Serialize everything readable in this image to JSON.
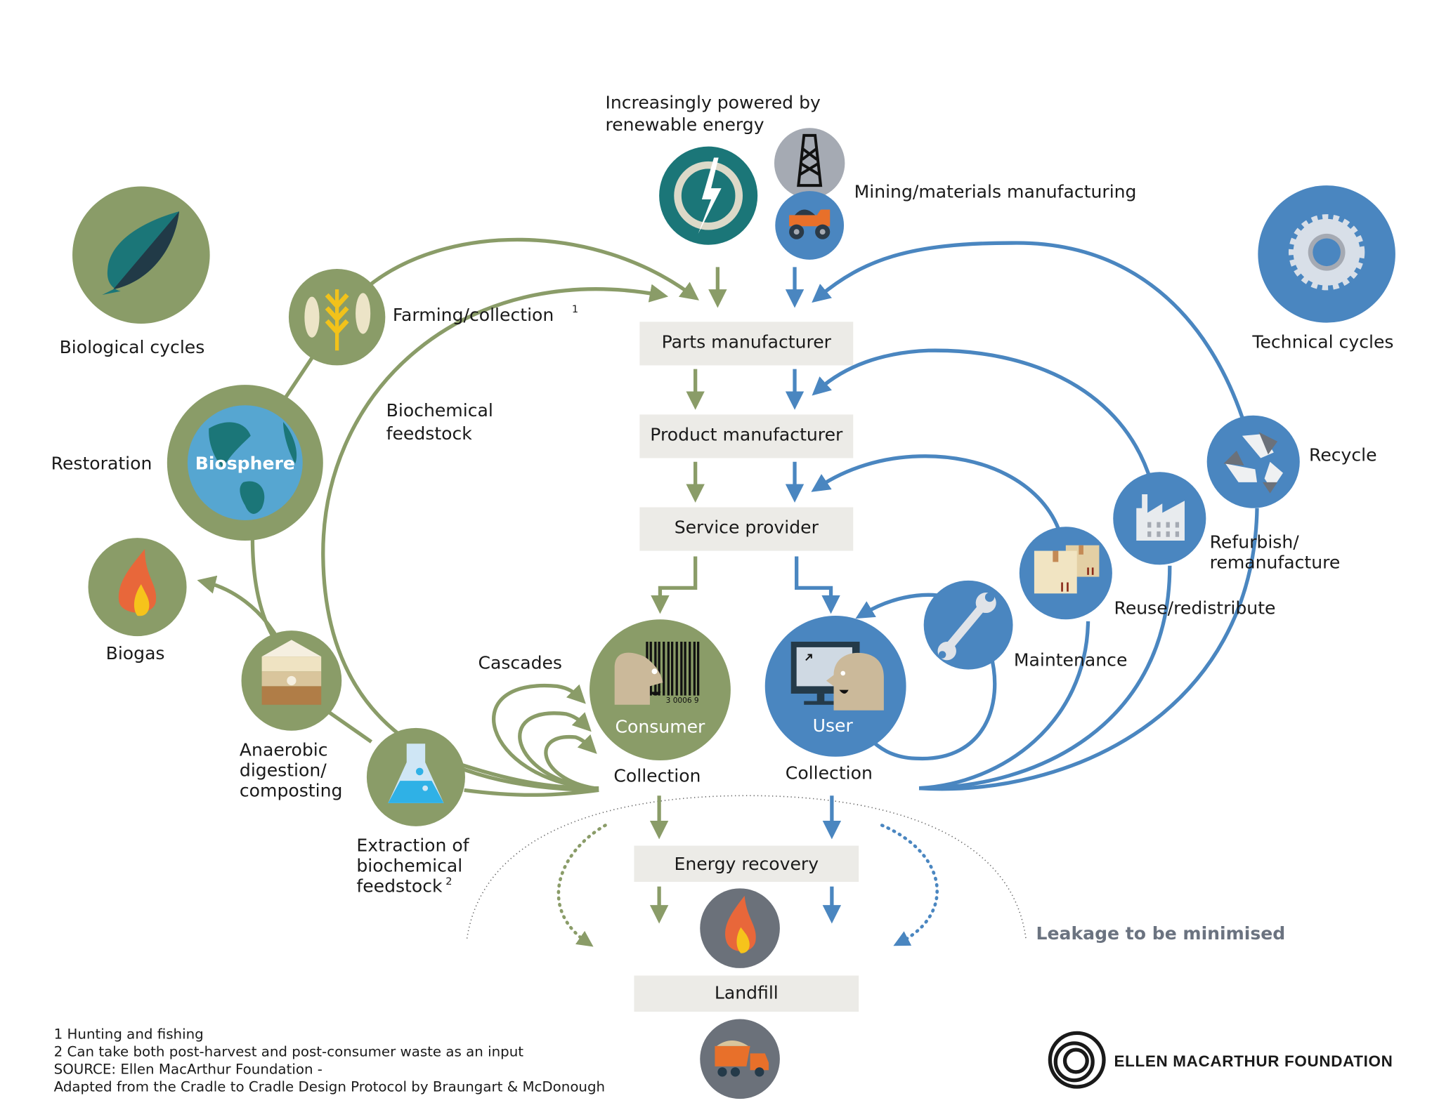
{
  "colors": {
    "biological_green": "#8a9c68",
    "technical_blue": "#4a86c0",
    "box_gray": "#ecebe7",
    "teal": "#1b7678",
    "dark_gray_circle": "#6b717a",
    "leakage_text": "#6b7380"
  },
  "top": {
    "renewable_label_line1": "Increasingly powered by",
    "renewable_label_line2": "renewable energy",
    "renewable_icon": "renewable-energy-icon",
    "mining_label": "Mining/materials manufacturing",
    "mining_icons": [
      "oil-rig-icon",
      "mining-truck-icon"
    ]
  },
  "legend": {
    "biological": {
      "label": "Biological cycles",
      "icon": "leaf-icon"
    },
    "technical": {
      "label": "Technical cycles",
      "icon": "gear-icon"
    }
  },
  "chain": {
    "boxes": [
      "Parts manufacturer",
      "Product manufacturer",
      "Service provider"
    ],
    "energy_recovery": "Energy recovery",
    "landfill": "Landfill"
  },
  "biological": {
    "farming": {
      "label": "Farming/collection",
      "sup": "1"
    },
    "biochemical_feedstock_line1": "Biochemical",
    "biochemical_feedstock_line2": "feedstock",
    "restoration": "Restoration",
    "biosphere": "Biosphere",
    "biogas": "Biogas",
    "anaerobic_line1": "Anaerobic",
    "anaerobic_line2": "digestion/",
    "anaerobic_line3": "composting",
    "extraction_line1": "Extraction of",
    "extraction_line2": "biochemical",
    "extraction_line3": "feedstock",
    "extraction_sup": "2",
    "cascades": "Cascades",
    "consumer": "Consumer",
    "consumer_barcode": "3 0006 9",
    "collection": "Collection"
  },
  "technical": {
    "recycle": "Recycle",
    "refurbish_line1": "Refurbish/",
    "refurbish_line2": "remanufacture",
    "reuse": "Reuse/redistribute",
    "maintenance": "Maintenance",
    "user": "User",
    "collection": "Collection"
  },
  "leakage": "Leakage to be minimised",
  "footnotes": [
    "1  Hunting and fishing",
    "2 Can take both post-harvest and post-consumer waste as an input",
    "SOURCE: Ellen MacArthur Foundation -",
    "Adapted from the Cradle to Cradle Design Protocol by Braungart & McDonough"
  ],
  "logo": {
    "text": "ELLEN MACARTHUR FOUNDATION"
  }
}
